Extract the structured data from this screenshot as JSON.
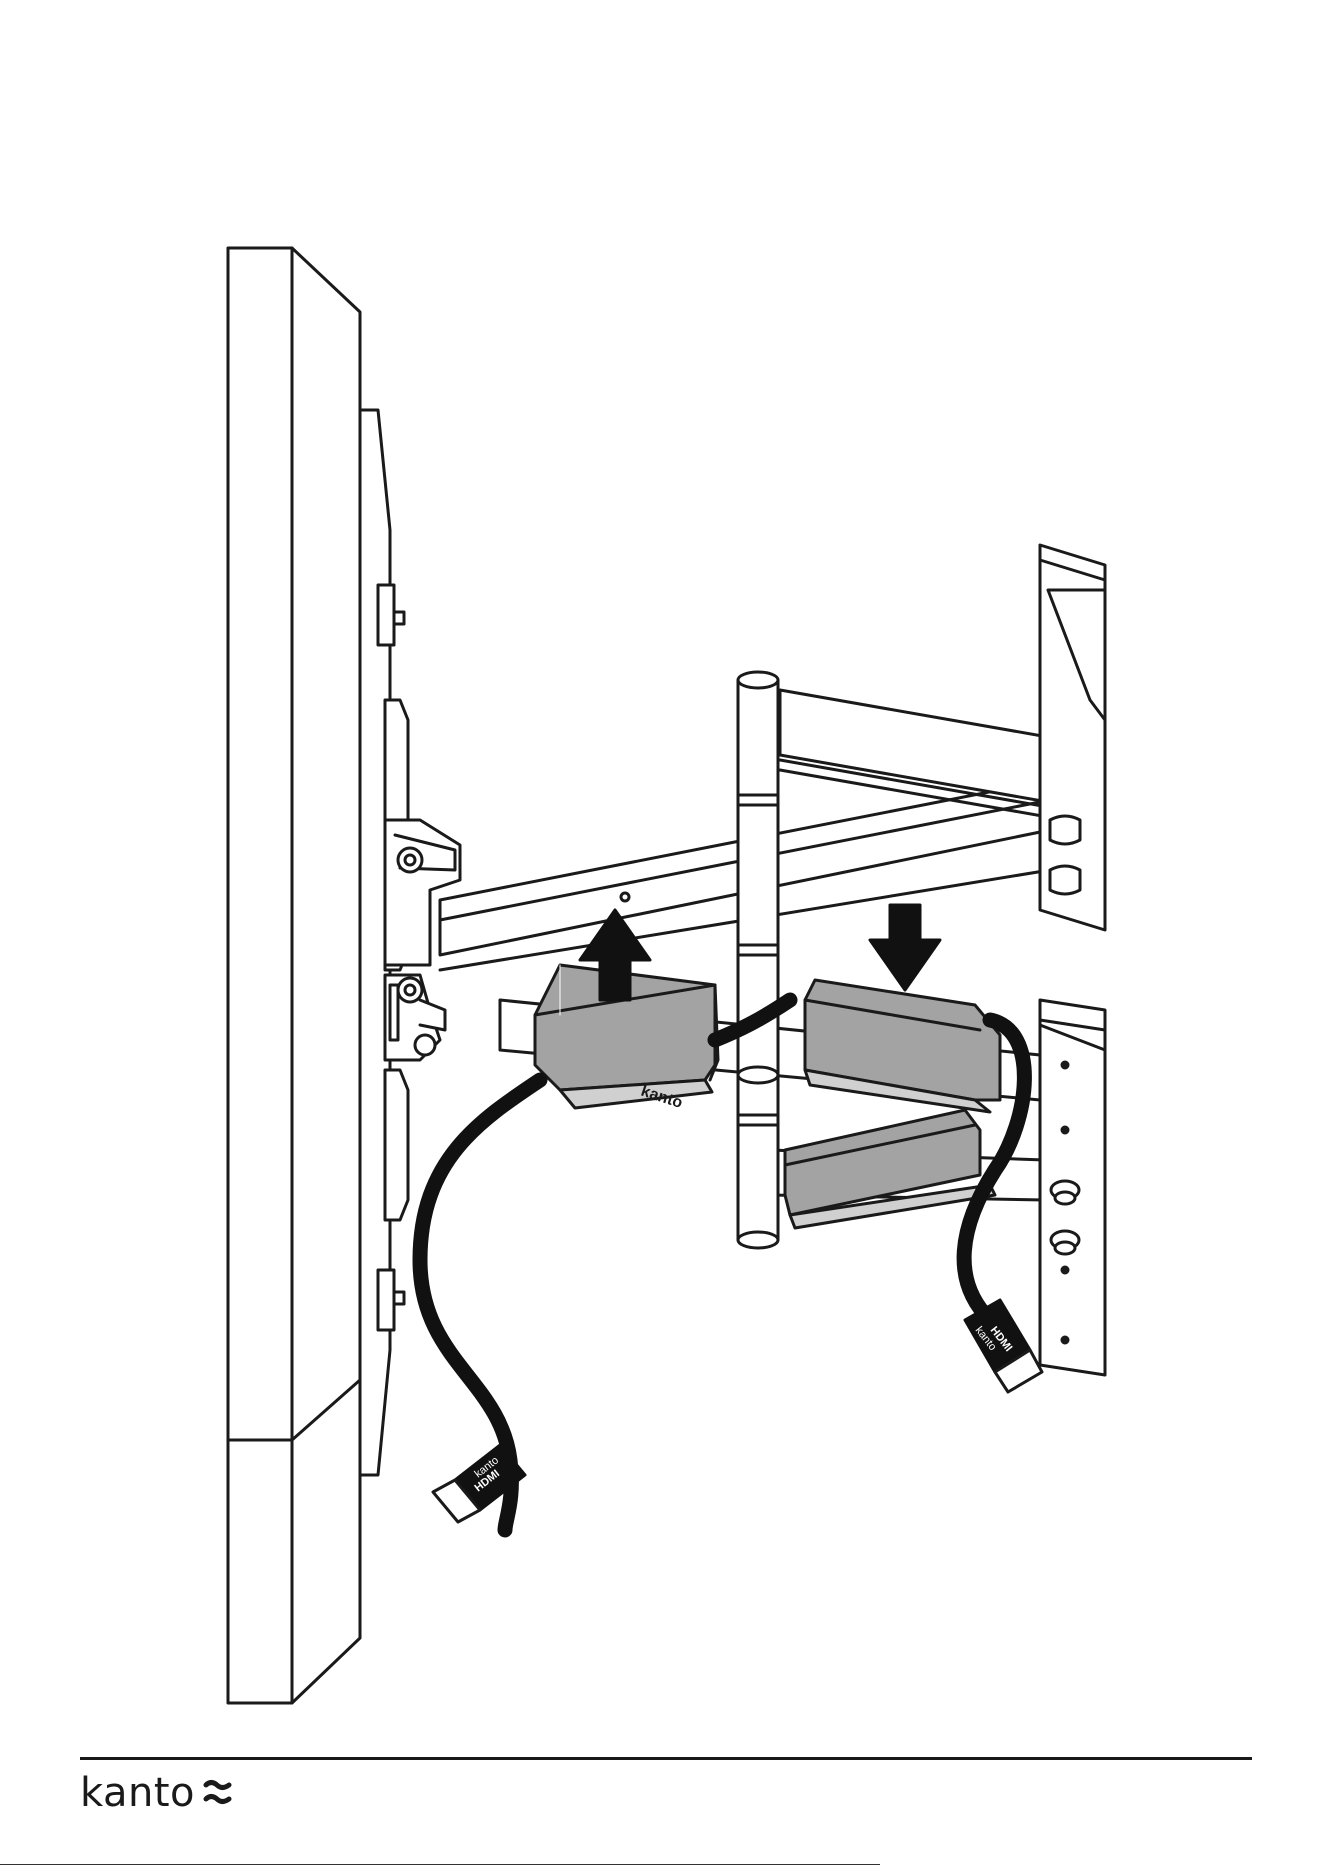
{
  "figure": {
    "cable_clip_brand": "kanto",
    "cable_plug_brand_left": "kanto HDMI",
    "cable_plug_brand_right": "kanto HDMI",
    "arrow_up_meaning": "lift",
    "arrow_down_meaning": "press"
  },
  "footer": {
    "brand_name": "kanto",
    "logo_icon": "kanto-logo-icon",
    "rule_color": "#1a1a1a"
  },
  "colors": {
    "line": "#1a1a1a",
    "cover_fill": "#a3a3a3",
    "cable": "#111111",
    "background": "#ffffff"
  }
}
